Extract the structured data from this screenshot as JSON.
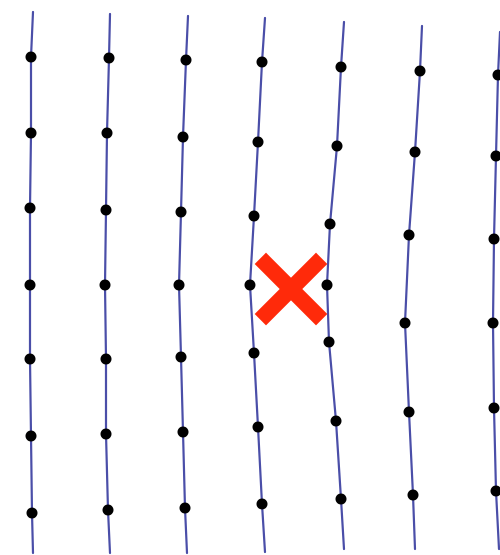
{
  "colors": {
    "background": "#ffffff",
    "line": "#4a4ea8",
    "node": "#000000",
    "marker": "#ff2a0a"
  },
  "icons": {
    "marker": "red-x-mark-icon",
    "node": "dot-icon"
  },
  "lines": [
    {
      "name": "line-1"
    },
    {
      "name": "line-2"
    },
    {
      "name": "line-3"
    },
    {
      "name": "line-4"
    },
    {
      "name": "line-5"
    },
    {
      "name": "line-6"
    },
    {
      "name": "line-7"
    }
  ]
}
